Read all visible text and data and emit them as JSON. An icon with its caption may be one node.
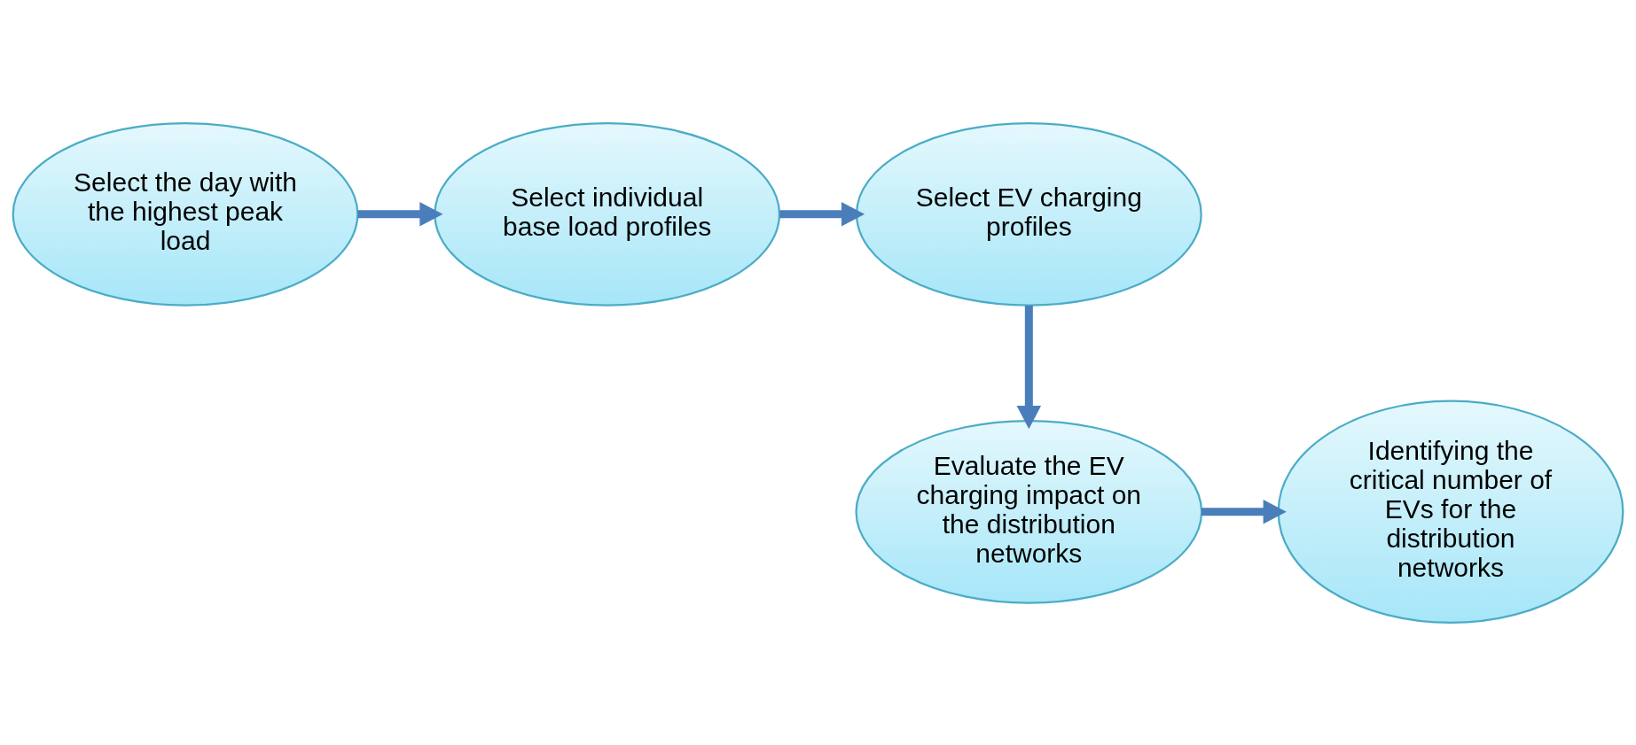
{
  "diagram": {
    "nodes": [
      {
        "text": [
          "Select the day with the highest peak load"
        ]
      },
      {
        "text": [
          "Select individual base load profiles"
        ]
      },
      {
        "text": [
          "Select EV charging profiles"
        ]
      },
      {
        "text": [
          "Evaluate the EV charging impact on the distribution networks"
        ]
      },
      {
        "text": [
          "Identifying the critical number of EVs for the distribution networks"
        ]
      }
    ],
    "edges": [
      {
        "from": 0,
        "to": 1,
        "arrow": "to"
      },
      {
        "from": 1,
        "to": 2,
        "arrow": "to"
      },
      {
        "from": 2,
        "to": 3,
        "arrow": "to"
      },
      {
        "from": 3,
        "to": 4,
        "arrow": "to"
      }
    ]
  }
}
